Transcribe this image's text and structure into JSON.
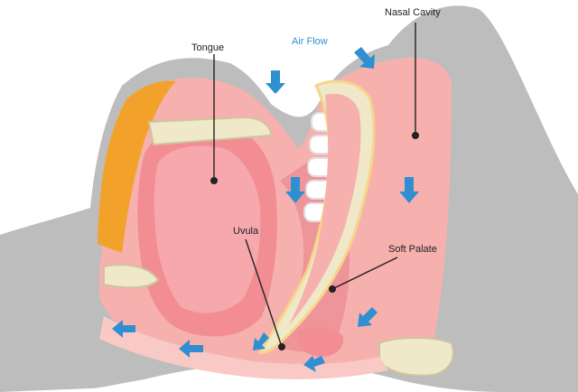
{
  "labels": {
    "tongue": "Tongue",
    "air_flow": "Air Flow",
    "nasal_cavity": "Nasal Cavity",
    "uvula": "Uvula",
    "soft_palate": "Soft Palate"
  },
  "colors": {
    "silhouette": "#bdbdbd",
    "tissue": "#f6b0ae",
    "tissue_dark": "#e57f86",
    "mucosa": "#f8c9c5",
    "bone": "#efe9c9",
    "bone_outline": "#cfc59c",
    "fat": "#f2a22b",
    "arrow": "#2f8fd1",
    "leader": "#222222"
  }
}
